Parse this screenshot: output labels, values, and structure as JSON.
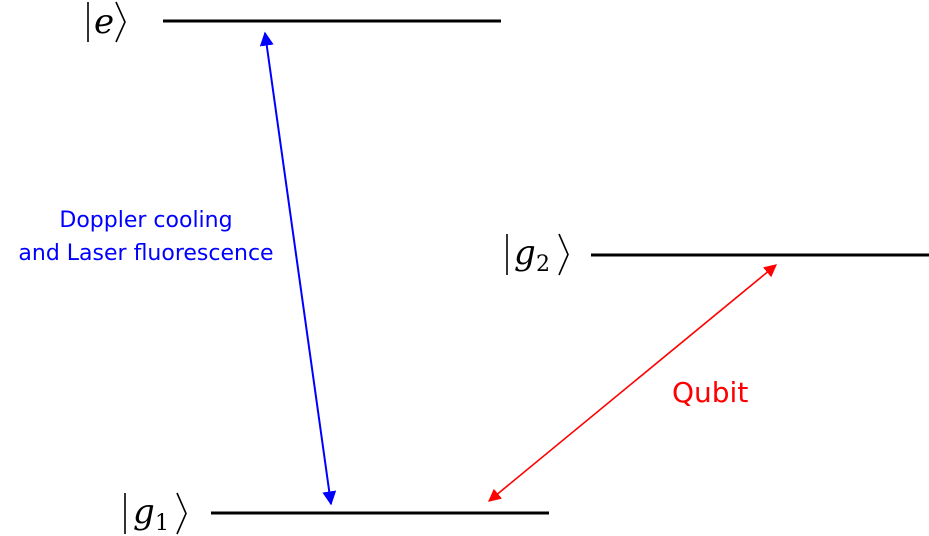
{
  "levels": {
    "e": {
      "label": "e",
      "subscript": ""
    },
    "g2": {
      "label": "g",
      "subscript": "2"
    },
    "g1": {
      "label": "g",
      "subscript": "1"
    }
  },
  "transitions": {
    "doppler": {
      "line1": "Doppler cooling",
      "line2": "and Laser fluorescence",
      "color": "#0000ff"
    },
    "qubit": {
      "label": "Qubit",
      "color": "#ff0000"
    }
  }
}
